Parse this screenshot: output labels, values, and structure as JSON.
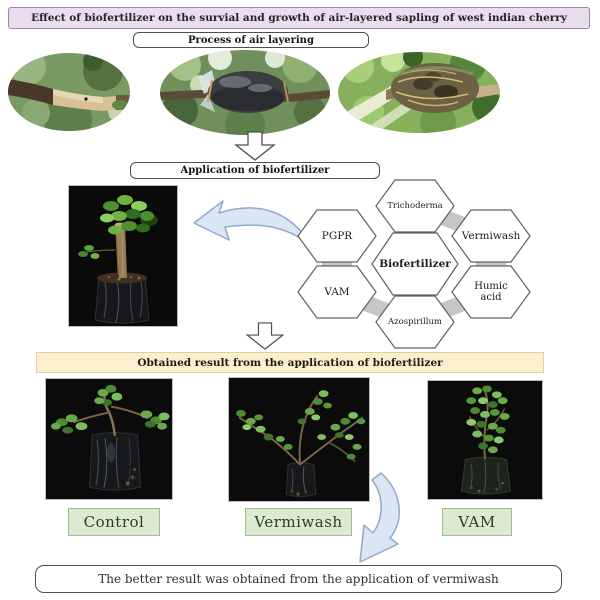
{
  "title": "Effect of biofertilizer on the survial and growth of air-layered sapling of west indian cherry",
  "process_box": {
    "label": "Process of air layering"
  },
  "application_box": {
    "label": "Application of biofertilizer"
  },
  "result_banner": {
    "label": "Obtained result from the application of biofertilizer"
  },
  "conclusion_box": {
    "label": "The better result was obtained from the application of vermiwash"
  },
  "hexagon_cluster": {
    "center": "Biofertilizer",
    "top": "Trichoderma",
    "top_left": "PGPR",
    "top_right": "Vermiwash",
    "bottom_left": "VAM",
    "bottom_right": "Humic acid",
    "bottom": "Azospirillum"
  },
  "treatment_labels": {
    "control": "Control",
    "vermiwash": "Vermiwash",
    "vam": "VAM"
  },
  "photos": {
    "air_layering_step1": "Girdled branch with bark ring removed",
    "air_layering_step2": "Branch wrapped in moss and black polythene",
    "air_layering_step3": "Rooted air-layer ball on the branch",
    "sapling_in_polybag": "Air-layered sapling planted in black polybag",
    "result_control": "Control sapling in polybag",
    "result_vermiwash": "Vermiwash treated sapling in polybag",
    "result_vam": "VAM treated sapling in polybag"
  },
  "colors": {
    "title_banner_fill": "#e9ddee",
    "title_banner_border": "#9b87a8",
    "result_banner_fill": "#fcefcd",
    "result_banner_border": "#e2cf9e",
    "treatment_label_fill": "#dcead2",
    "treatment_label_border": "#9fbf8b",
    "arrow_blue_fill": "#dbe6f5",
    "arrow_blue_border": "#91a9cf",
    "hexagon_connector_gray": "#c6c6c6"
  }
}
